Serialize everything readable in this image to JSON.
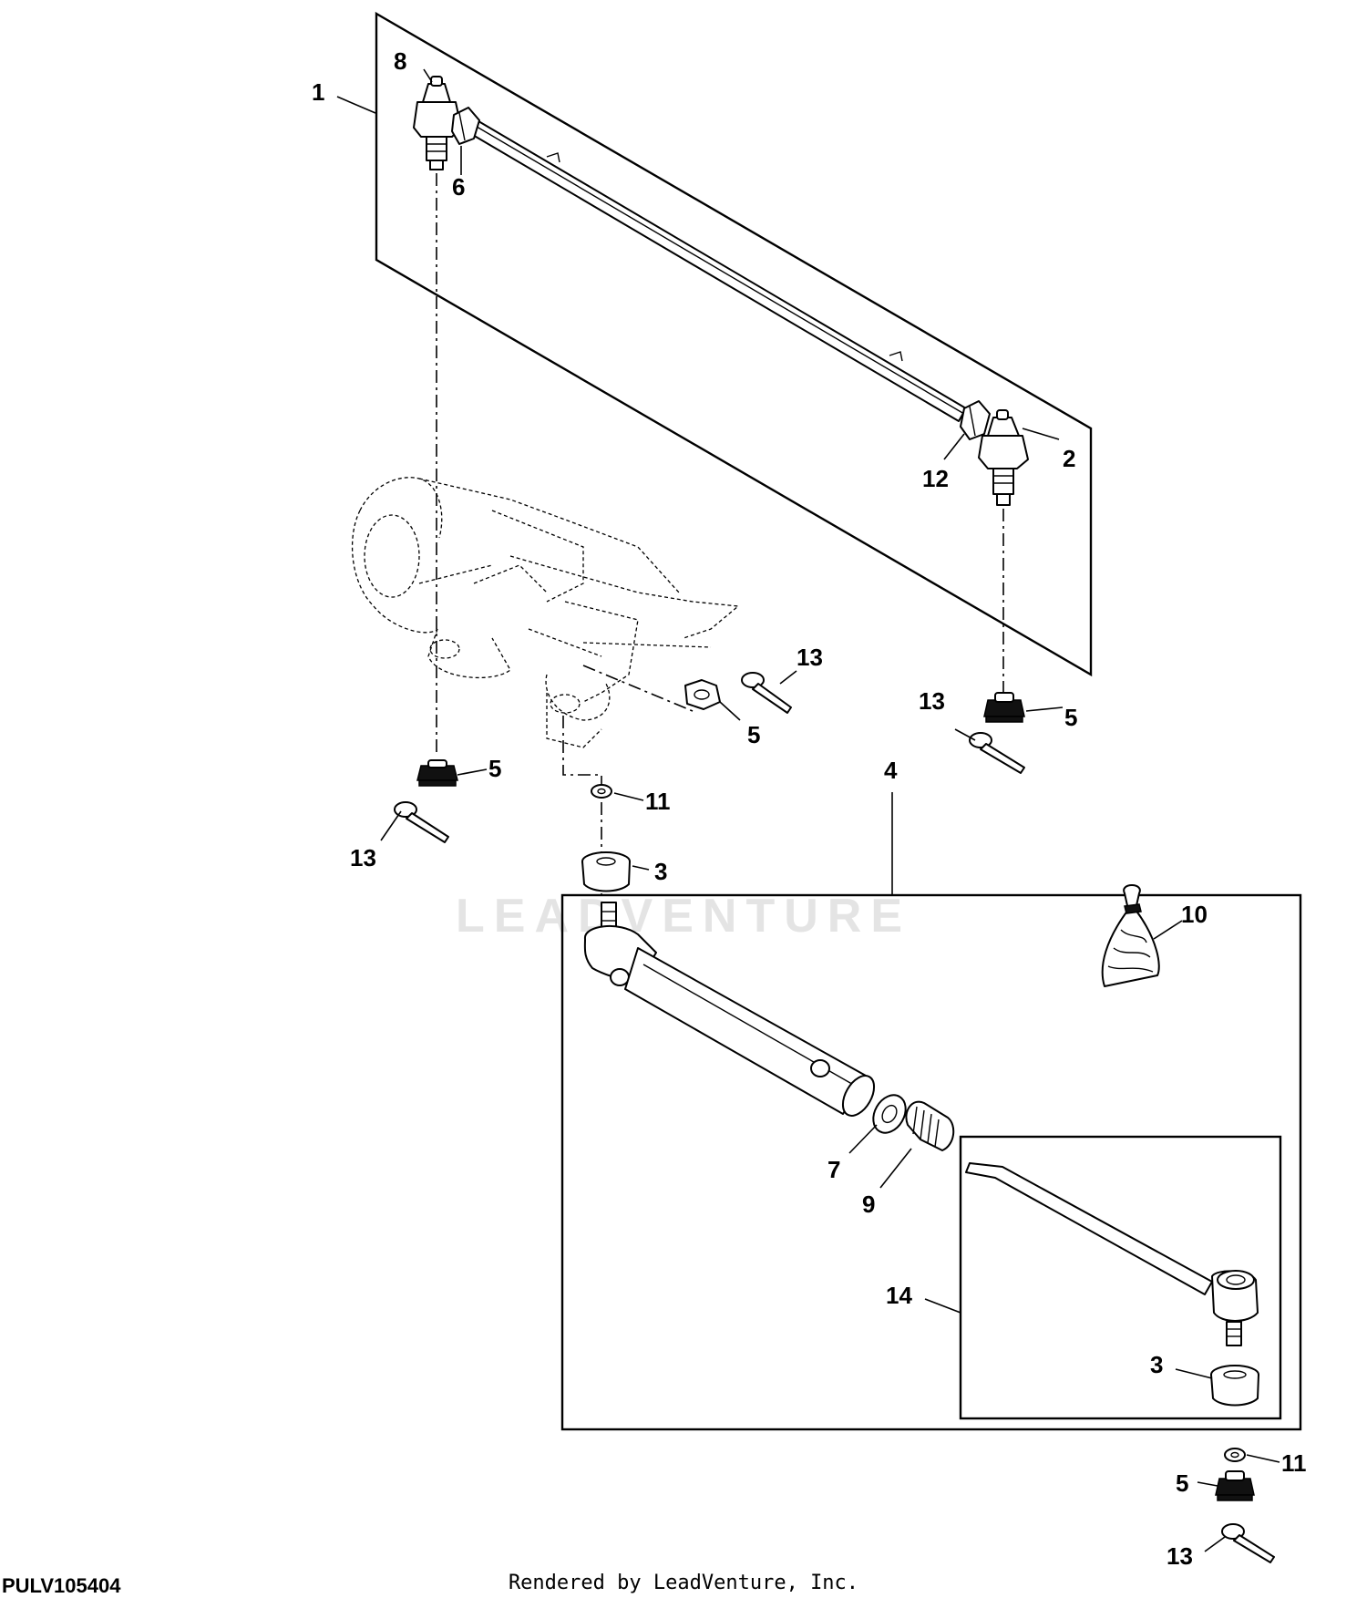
{
  "diagram": {
    "figure_id": "PULV105404",
    "footer": "Rendered by LeadVenture, Inc.",
    "watermark": "LEADVENTURE",
    "callouts": {
      "c1": "1",
      "c2": "2",
      "c3a": "3",
      "c3b": "3",
      "c4": "4",
      "c5a": "5",
      "c5b": "5",
      "c5c": "5",
      "c5d": "5",
      "c6": "6",
      "c7": "7",
      "c8": "8",
      "c9": "9",
      "c10": "10",
      "c11a": "11",
      "c11b": "11",
      "c12": "12",
      "c13a": "13",
      "c13b": "13",
      "c13c": "13",
      "c13d": "13",
      "c14": "14"
    }
  }
}
